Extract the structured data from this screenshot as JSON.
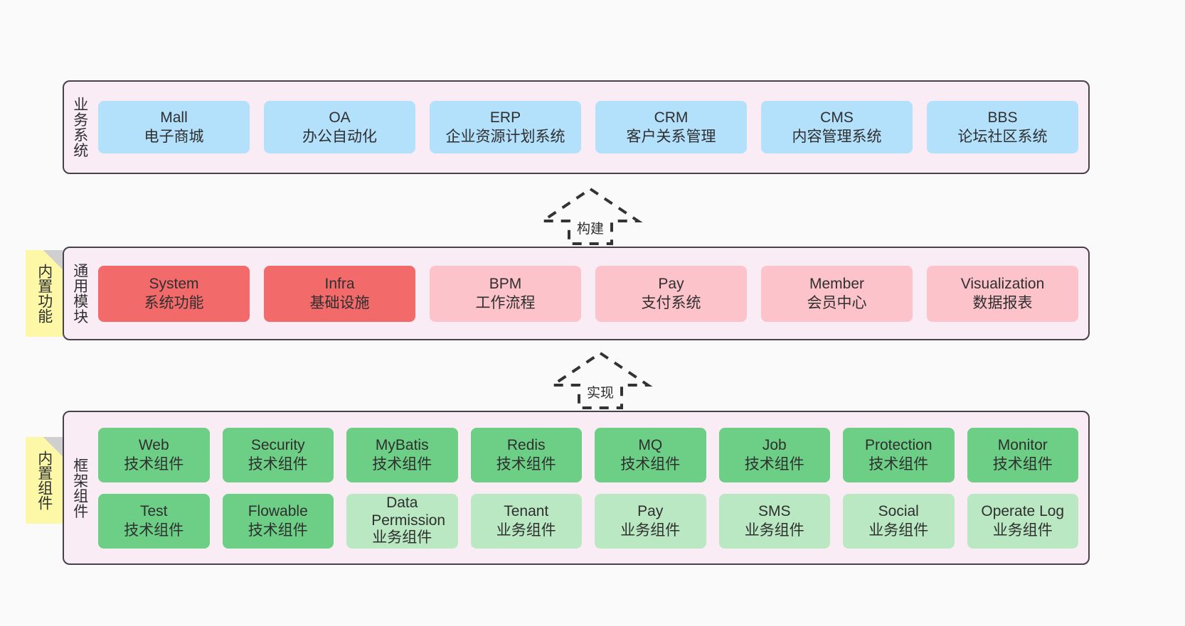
{
  "diagram": {
    "background_color": "#fafafa",
    "band_fill": "#faecf5",
    "band_border": "#46414b",
    "tab_fill": "#fcf8a8"
  },
  "layers": [
    {
      "id": "business-systems",
      "title": "业务系统",
      "tab": null,
      "rows": [
        {
          "cells": [
            {
              "name": "Mall",
              "desc": "电子商城",
              "color": "#b3e0fb"
            },
            {
              "name": "OA",
              "desc": "办公自动化",
              "color": "#b3e0fb"
            },
            {
              "name": "ERP",
              "desc": "企业资源计划系统",
              "color": "#b3e0fb"
            },
            {
              "name": "CRM",
              "desc": "客户关系管理",
              "color": "#b3e0fb"
            },
            {
              "name": "CMS",
              "desc": "内容管理系统",
              "color": "#b3e0fb"
            },
            {
              "name": "BBS",
              "desc": "论坛社区系统",
              "color": "#b3e0fb"
            }
          ]
        }
      ]
    },
    {
      "id": "common-modules",
      "title": "通用模块",
      "tab": "内置功能",
      "rows": [
        {
          "cells": [
            {
              "name": "System",
              "desc": "系统功能",
              "color": "#f26a6a"
            },
            {
              "name": "Infra",
              "desc": "基础设施",
              "color": "#f26a6a"
            },
            {
              "name": "BPM",
              "desc": "工作流程",
              "color": "#fcc3cb"
            },
            {
              "name": "Pay",
              "desc": "支付系统",
              "color": "#fcc3cb"
            },
            {
              "name": "Member",
              "desc": "会员中心",
              "color": "#fcc3cb"
            },
            {
              "name": "Visualization",
              "desc": "数据报表",
              "color": "#fcc3cb"
            }
          ]
        }
      ]
    },
    {
      "id": "framework-components",
      "title": "框架组件",
      "tab": "内置组件",
      "rows": [
        {
          "cells": [
            {
              "name": "Web",
              "desc": "技术组件",
              "color": "#6ccf85"
            },
            {
              "name": "Security",
              "desc": "技术组件",
              "color": "#6ccf85"
            },
            {
              "name": "MyBatis",
              "desc": "技术组件",
              "color": "#6ccf85"
            },
            {
              "name": "Redis",
              "desc": "技术组件",
              "color": "#6ccf85"
            },
            {
              "name": "MQ",
              "desc": "技术组件",
              "color": "#6ccf85"
            },
            {
              "name": "Job",
              "desc": "技术组件",
              "color": "#6ccf85"
            },
            {
              "name": "Protection",
              "desc": "技术组件",
              "color": "#6ccf85"
            },
            {
              "name": "Monitor",
              "desc": "技术组件",
              "color": "#6ccf85"
            }
          ]
        },
        {
          "cells": [
            {
              "name": "Test",
              "desc": "技术组件",
              "color": "#6ccf85"
            },
            {
              "name": "Flowable",
              "desc": "技术组件",
              "color": "#6ccf85"
            },
            {
              "name": "Data Permission",
              "desc": "业务组件",
              "color": "#b9e8c2"
            },
            {
              "name": "Tenant",
              "desc": "业务组件",
              "color": "#b9e8c2"
            },
            {
              "name": "Pay",
              "desc": "业务组件",
              "color": "#b9e8c2"
            },
            {
              "name": "SMS",
              "desc": "业务组件",
              "color": "#b9e8c2"
            },
            {
              "name": "Social",
              "desc": "业务组件",
              "color": "#b9e8c2"
            },
            {
              "name": "Operate Log",
              "desc": "业务组件",
              "color": "#b9e8c2"
            }
          ]
        }
      ]
    }
  ],
  "arrows": [
    {
      "id": "build",
      "label": "构建",
      "style": "dashed-hollow-up"
    },
    {
      "id": "implement",
      "label": "实现",
      "style": "dashed-hollow-up"
    }
  ]
}
